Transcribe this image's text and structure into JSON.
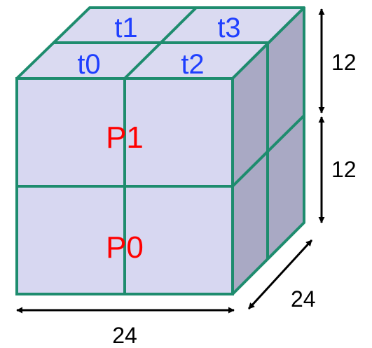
{
  "colors": {
    "front_face": "#d7d7f1",
    "top_face": "#dadaf1",
    "side_face": "#a9a9c4",
    "edge": "#1e8c6e",
    "process_text": "#ff0000",
    "thread_text": "#1f3fff",
    "dimension_text": "#000000",
    "arrow": "#000000"
  },
  "processes": [
    {
      "id": "P1"
    },
    {
      "id": "P0"
    }
  ],
  "threads": [
    {
      "id": "t1"
    },
    {
      "id": "t3"
    },
    {
      "id": "t0"
    },
    {
      "id": "t2"
    }
  ],
  "dimensions": {
    "height_upper": "12",
    "height_lower": "12",
    "depth": "24",
    "width": "24"
  }
}
